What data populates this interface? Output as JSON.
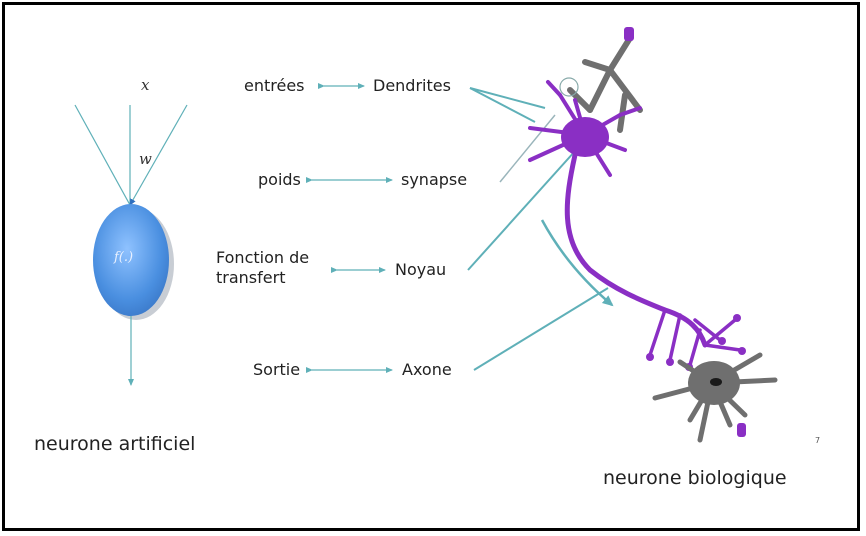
{
  "artificial": {
    "input_label": "x",
    "weight_label": "w",
    "function_label": "f(.)",
    "caption": "neurone artificiel"
  },
  "mapping": [
    {
      "left": "entrées",
      "right": "Dendrites"
    },
    {
      "left": "poids",
      "right": "synapse"
    },
    {
      "left": "Fonction de transfert",
      "right": "Noyau"
    },
    {
      "left": "Sortie",
      "right": "Axone"
    }
  ],
  "biological": {
    "caption": "neurone biologique"
  },
  "page_number": "7",
  "colors": {
    "arrow": "#5fb0b8",
    "neuron_purple": "#8a2fc4",
    "neuron_gray": "#6f6f6f",
    "cell_blue": "#4a8fe0"
  }
}
